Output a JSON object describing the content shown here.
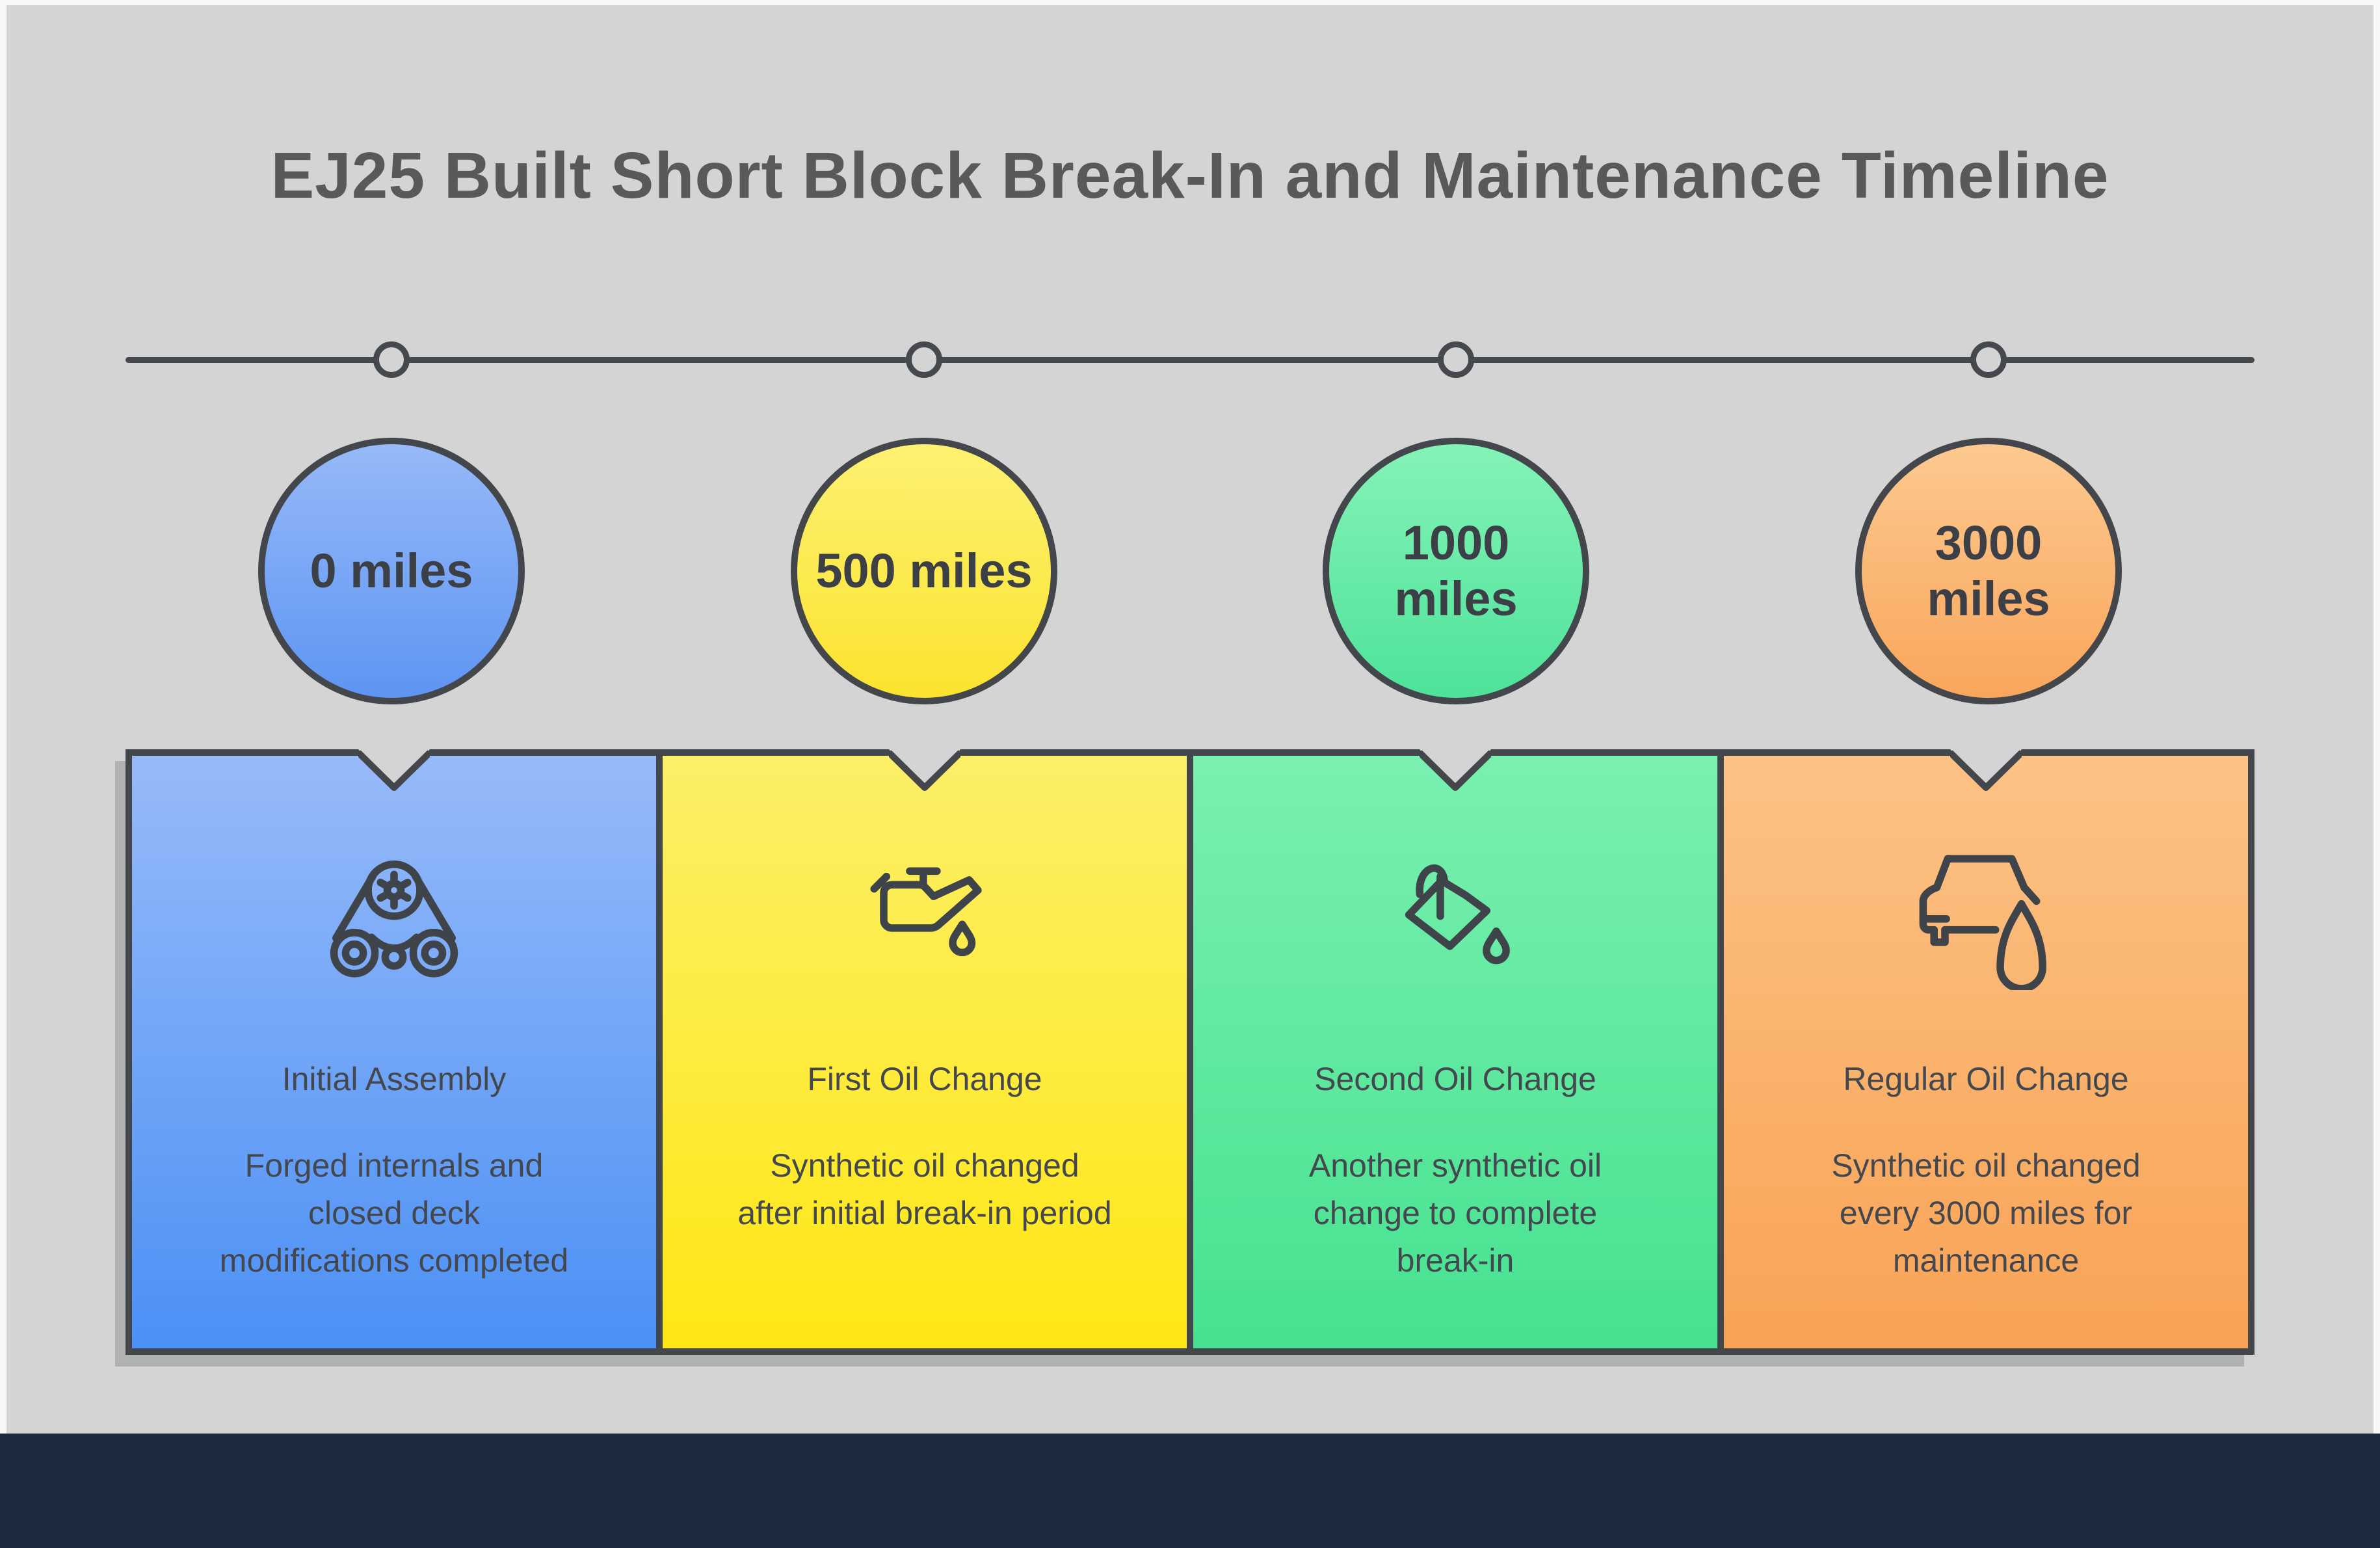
{
  "title": "EJ25 Built Short Block Break-In and Maintenance Timeline",
  "colors": {
    "page_margin": "#f8f8f8",
    "canvas_bg": "#d3d4d3",
    "footer_bar": "#1b2a3d",
    "outline": "#43464b",
    "title_text": "#58595b",
    "card_text": "#44484e",
    "milestone_palette": {
      "blue": "#4b90f5",
      "yellow": "#ffe714",
      "green": "#46e190",
      "orange": "#f8a355"
    }
  },
  "timeline": {
    "milestones": [
      {
        "label": "0 miles",
        "label_lines": [
          "0 miles"
        ],
        "icon": "timing-belt-icon",
        "heading": "Initial Assembly",
        "description": "Forged internals and closed deck modifications completed",
        "description_lines": [
          "Forged internals and",
          "closed deck",
          "modifications completed"
        ],
        "color": "blue"
      },
      {
        "label": "500 miles",
        "label_lines": [
          "500 miles"
        ],
        "icon": "oil-can-icon",
        "heading": "First Oil Change",
        "description": "Synthetic oil changed after initial break-in period",
        "description_lines": [
          "Synthetic oil changed",
          "after initial break-in period"
        ],
        "color": "yellow"
      },
      {
        "label": "1000 miles",
        "label_lines": [
          "1000",
          "miles"
        ],
        "icon": "pouring-jug-icon",
        "heading": "Second Oil Change",
        "description": "Another synthetic oil change to complete break-in",
        "description_lines": [
          "Another synthetic oil",
          "change to complete",
          "break-in"
        ],
        "color": "green"
      },
      {
        "label": "3000 miles",
        "label_lines": [
          "3000",
          "miles"
        ],
        "icon": "car-oil-drop-icon",
        "heading": "Regular Oil Change",
        "description": "Synthetic oil changed every 3000 miles for maintenance",
        "description_lines": [
          "Synthetic oil changed",
          "every 3000 miles for",
          "maintenance"
        ],
        "color": "orange"
      }
    ]
  }
}
